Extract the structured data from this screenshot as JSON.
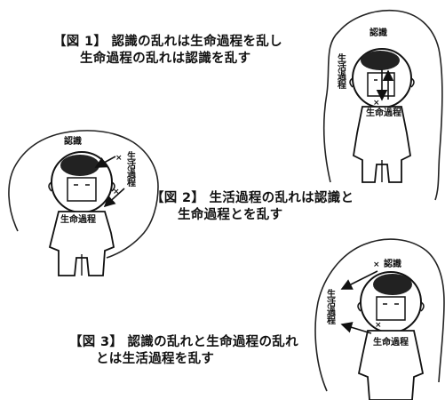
{
  "figures": [
    {
      "caption": [
        "【図 1】 認識の乱れは生命過程を乱し",
        "生命過程の乱れは認識を乱す"
      ],
      "labels": {
        "brain": "認識",
        "vertical": "生活過程",
        "body": "生命過程",
        "mark": "×"
      }
    },
    {
      "caption": [
        "【図 2】 生活過程の乱れは認識と",
        "生命過程とを乱す"
      ],
      "labels": {
        "brain": "認識",
        "vertical": "生活過程",
        "body": "生命過程",
        "mark": "×"
      }
    },
    {
      "caption": [
        "【図 3】 認識の乱れと生命過程の乱れ",
        "とは生活過程を乱す"
      ],
      "labels": {
        "brain": "認識",
        "vertical": "生活過程",
        "body": "生命過程",
        "mark": "×"
      }
    }
  ]
}
